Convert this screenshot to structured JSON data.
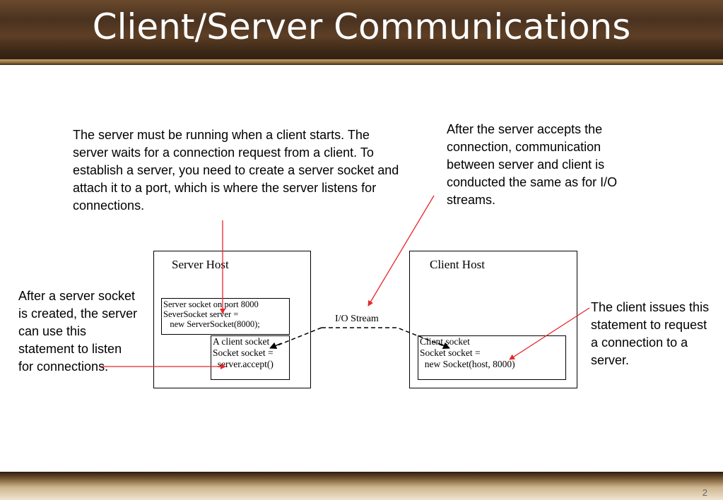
{
  "slide": {
    "title": "Client/Server Communications",
    "page_number": "2"
  },
  "notes": {
    "server_running": "The server must be running when a client starts. The server waits for a connection request from a client. To establish a server, you need to create a server socket and attach it to a port, which is where the server listens for connections.",
    "after_accept": "After the server accepts the connection, communication between server and client is conducted the same as for I/O streams.",
    "after_socket": "After a server socket is created, the server can use this statement to listen for connections.",
    "client_issues": "The client issues this statement to request a connection to a server."
  },
  "diagram": {
    "server_host_label": "Server Host",
    "client_host_label": "Client Host",
    "io_stream_label": "I/O Stream",
    "server_socket_code": {
      "line1": "Server socket on port 8000",
      "line2": "SeverSocket server =",
      "line3": "   new ServerSocket(8000);"
    },
    "accept_code": {
      "line1": "A client socket",
      "line2": "Socket socket =",
      "line3": "  server.accept()"
    },
    "client_code": {
      "line1": "Client socket",
      "line2": "Socket socket =",
      "line3": "  new Socket(host, 8000)"
    }
  },
  "colors": {
    "annotation_arrow": "#e8262b",
    "connection_line": "#000000"
  }
}
